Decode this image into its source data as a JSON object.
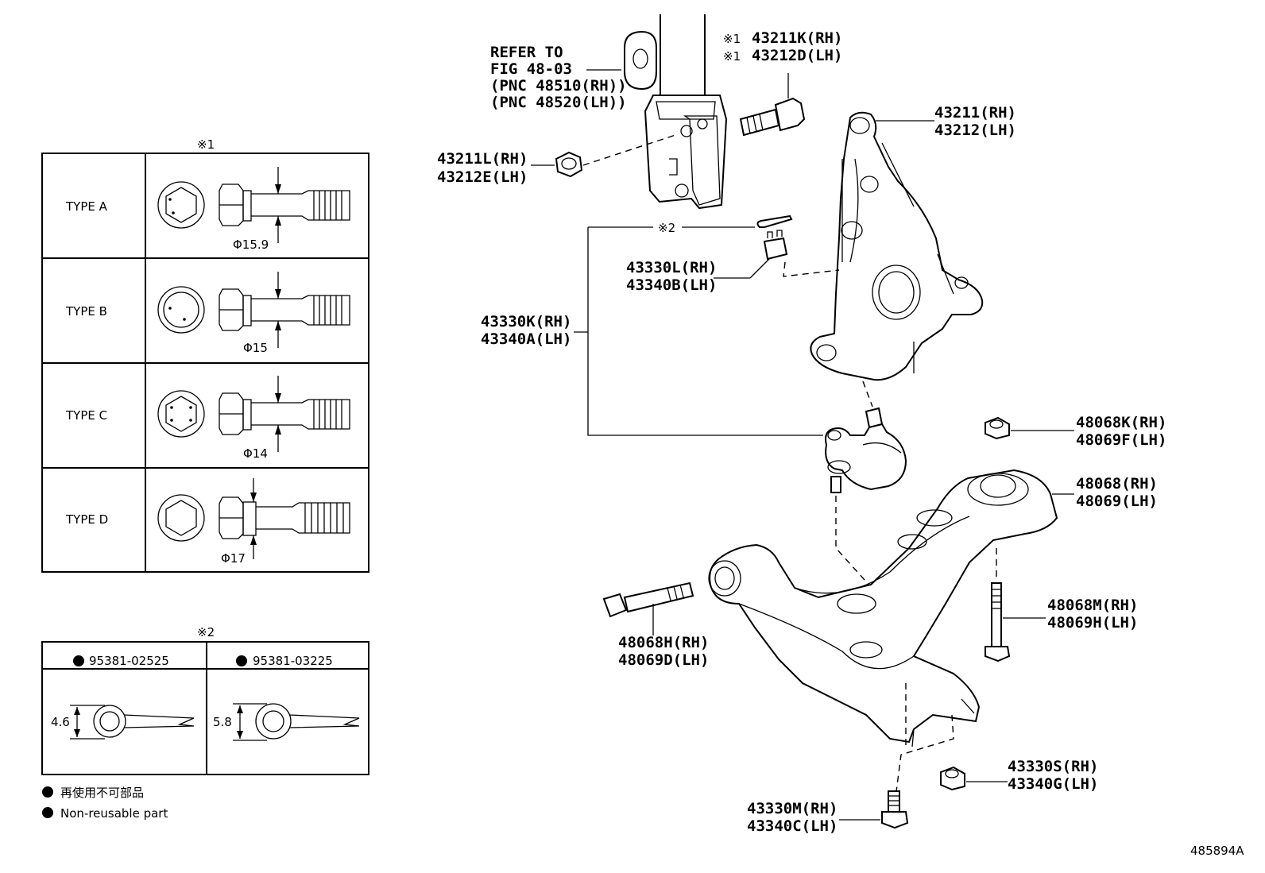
{
  "marks": {
    "note1": "※1",
    "note2": "※2"
  },
  "stud_table": {
    "rows": [
      {
        "type": "TYPE  A",
        "dia": "Φ15.9"
      },
      {
        "type": "TYPE  B",
        "dia": "Φ15"
      },
      {
        "type": "TYPE  C",
        "dia": "Φ14"
      },
      {
        "type": "TYPE  D",
        "dia": "Φ17"
      }
    ]
  },
  "pin_table": {
    "cols": [
      {
        "part": "95381-02525",
        "dim": "4.6"
      },
      {
        "part": "95381-03225",
        "dim": "5.8"
      }
    ]
  },
  "legend": {
    "jp": "再使用不可部品",
    "en": "Non-reusable part"
  },
  "refer": {
    "l1": "REFER TO",
    "l2": "FIG 48-03",
    "l3": "(PNC 48510(RH))",
    "l4": "(PNC 48520(LH))"
  },
  "labels": {
    "bolt_rh": "43211K(RH)",
    "bolt_lh": "43212D(LH)",
    "knuckle_rh": "43211(RH)",
    "knuckle_lh": "43212(LH)",
    "nut_rh": "43211L(RH)",
    "nut_lh": "43212E(LH)",
    "castle_rh": "43330L(RH)",
    "castle_lh": "43340B(LH)",
    "joint_rh": "43330K(RH)",
    "joint_lh": "43340A(LH)",
    "arm_nut_rh": "48068K(RH)",
    "arm_nut_lh": "48069F(LH)",
    "arm_rh": "48068(RH)",
    "arm_lh": "48069(LH)",
    "arm_bolt_h_rh": "48068H(RH)",
    "arm_bolt_h_lh": "48069D(LH)",
    "arm_bolt_m_rh": "48068M(RH)",
    "arm_bolt_m_lh": "48069H(LH)",
    "jnut_rh": "43330S(RH)",
    "jnut_lh": "43340G(LH)",
    "jbolt_rh": "43330M(RH)",
    "jbolt_lh": "43340C(LH)"
  },
  "figure_id": "485894A"
}
